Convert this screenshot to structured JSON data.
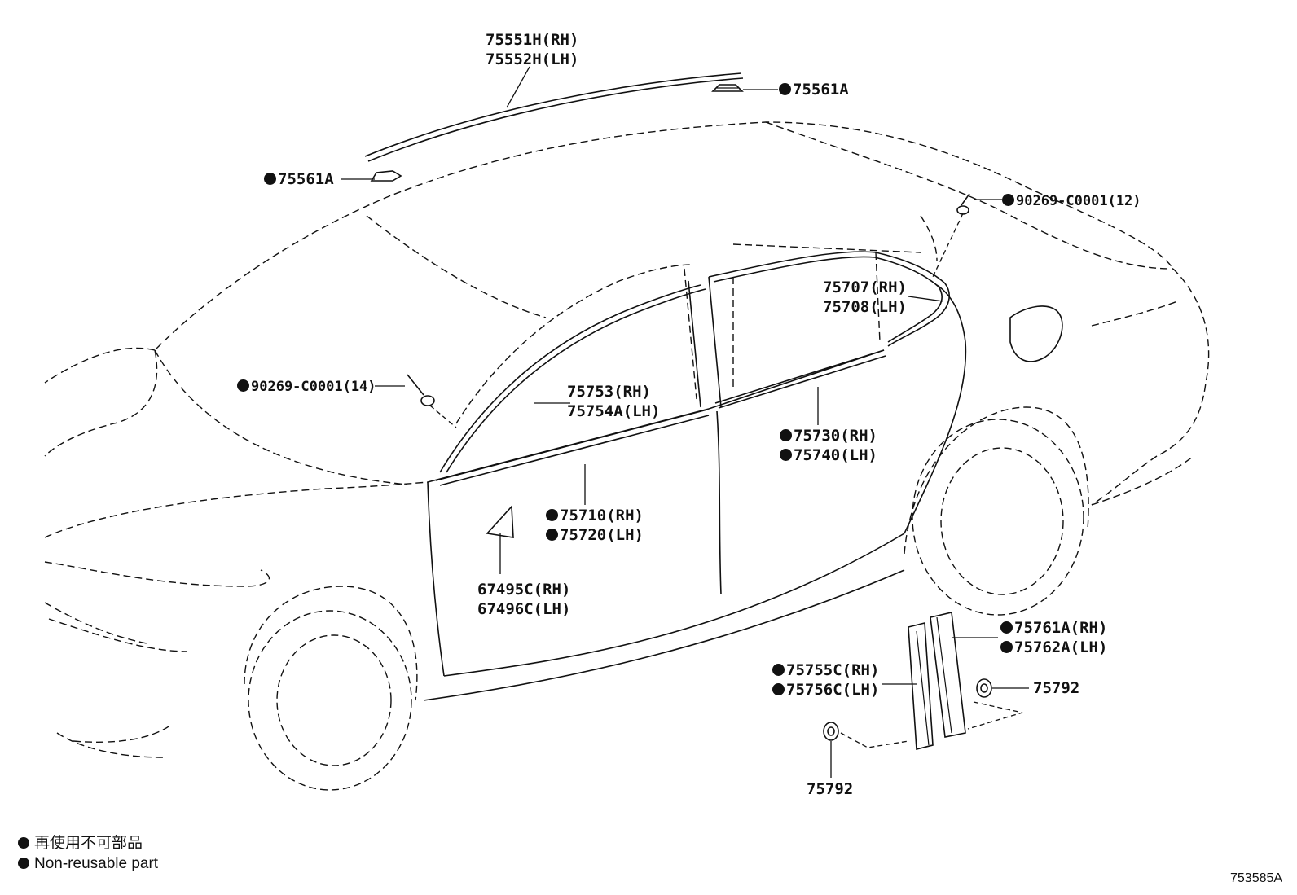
{
  "labels": {
    "roof_molding_rh": "75551H(RH)",
    "roof_molding_lh": "75552H(LH)",
    "clip_rear": "75561A",
    "clip_front": "75561A",
    "rivet_rear": "90269-C0001(12)",
    "rivet_front": "90269-C0001(14)",
    "rear_frame_rh": "75707(RH)",
    "rear_frame_lh": "75708(LH)",
    "front_frame_rh": "75753(RH)",
    "front_frame_lh": "75754A(LH)",
    "rear_belt_rh": "75730(RH)",
    "rear_belt_lh": "75740(LH)",
    "front_belt_rh": "75710(RH)",
    "front_belt_lh": "75720(LH)",
    "mirror_cover_rh": "67495C(RH)",
    "mirror_cover_lh": "67496C(LH)",
    "pillar_garnish_rear_rh": "75761A(RH)",
    "pillar_garnish_rear_lh": "75762A(LH)",
    "pillar_garnish_front_rh": "75755C(RH)",
    "pillar_garnish_front_lh": "75756C(LH)",
    "clip_pillar_right": "75792",
    "clip_pillar_bottom": "75792"
  },
  "legend": {
    "japanese": "再使用不可部品",
    "english": "Non-reusable part"
  },
  "ref_code": "753585A"
}
